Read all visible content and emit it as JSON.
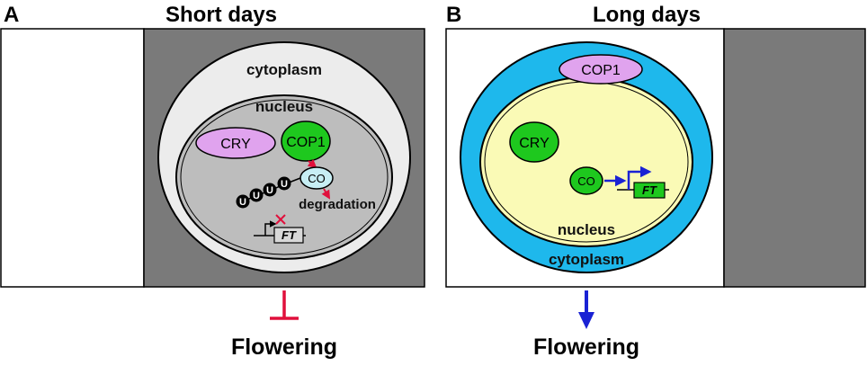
{
  "panels": {
    "a": {
      "letter": "A",
      "title": "Short days",
      "cytoplasm": "cytoplasm",
      "nucleus": "nucleus",
      "proteins": {
        "cry": "CRY",
        "cop1": "COP1",
        "co": "CO",
        "ubiquitin": "U"
      },
      "degradation": "degradation",
      "gene": "FT",
      "outcome": "Flowering"
    },
    "b": {
      "letter": "B",
      "title": "Long days",
      "cytoplasm": "cytoplasm",
      "nucleus": "nucleus",
      "proteins": {
        "cop1": "COP1",
        "cry": "CRY",
        "co": "CO"
      },
      "gene": "FT",
      "outcome": "Flowering"
    }
  },
  "colors": {
    "dark_gray": "#7a7a7a",
    "cytoplasm_a": "#ececec",
    "nucleus_a": "#bdbdbd",
    "cry_pink": "#e0a3ee",
    "cop1_green": "#1ec81e",
    "co_light_blue": "#c7eef4",
    "cytoplasm_b_cyan": "#1eb8ec",
    "nucleus_b_yellow": "#fafab6",
    "inhibit_red": "#e0103c",
    "activate_blue": "#1a22d4"
  }
}
